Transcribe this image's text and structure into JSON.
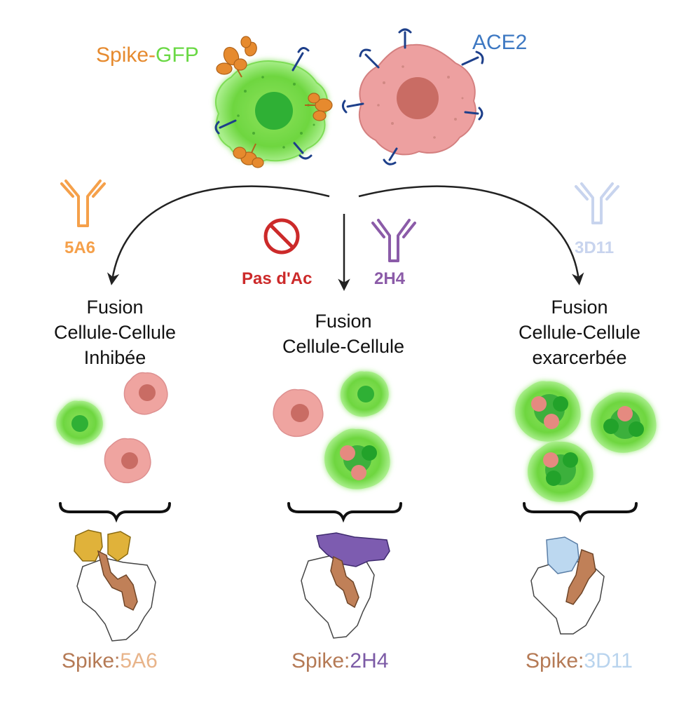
{
  "top": {
    "spike_word": "Spike",
    "dash": "-",
    "gfp_word": "GFP",
    "ace2": "ACE2"
  },
  "antibodies": {
    "left": "5A6",
    "middle": "2H4",
    "right": "3D11",
    "none": "Pas d'Ac"
  },
  "outcomes": {
    "left": [
      "Fusion",
      "Cellule-Cellule",
      "Inhibée"
    ],
    "middle": [
      "Fusion",
      "Cellule-Cellule"
    ],
    "right": [
      "Fusion",
      "Cellule-Cellule",
      "exarcerbée"
    ]
  },
  "structures": {
    "left": {
      "spike": "Spike:",
      "ab": "5A6"
    },
    "middle": {
      "spike": "Spike:",
      "ab": "2H4"
    },
    "right": {
      "spike": "Spike:",
      "ab": "3D11"
    }
  },
  "colors": {
    "spike": "#e68a2e",
    "gfp": "#6ad844",
    "ace2": "#3d78c2",
    "ab_5a6": "#f5a04a",
    "ab_2h4": "#8b5ba8",
    "ab_3d11": "#c8d4ee",
    "pas_dac": "#cc2a2a",
    "spike_struct": "#b57a55",
    "text_5a6": "#e8b48a",
    "text_2h4": "#7c5ba6",
    "text_3d11": "#b9d4ee"
  }
}
